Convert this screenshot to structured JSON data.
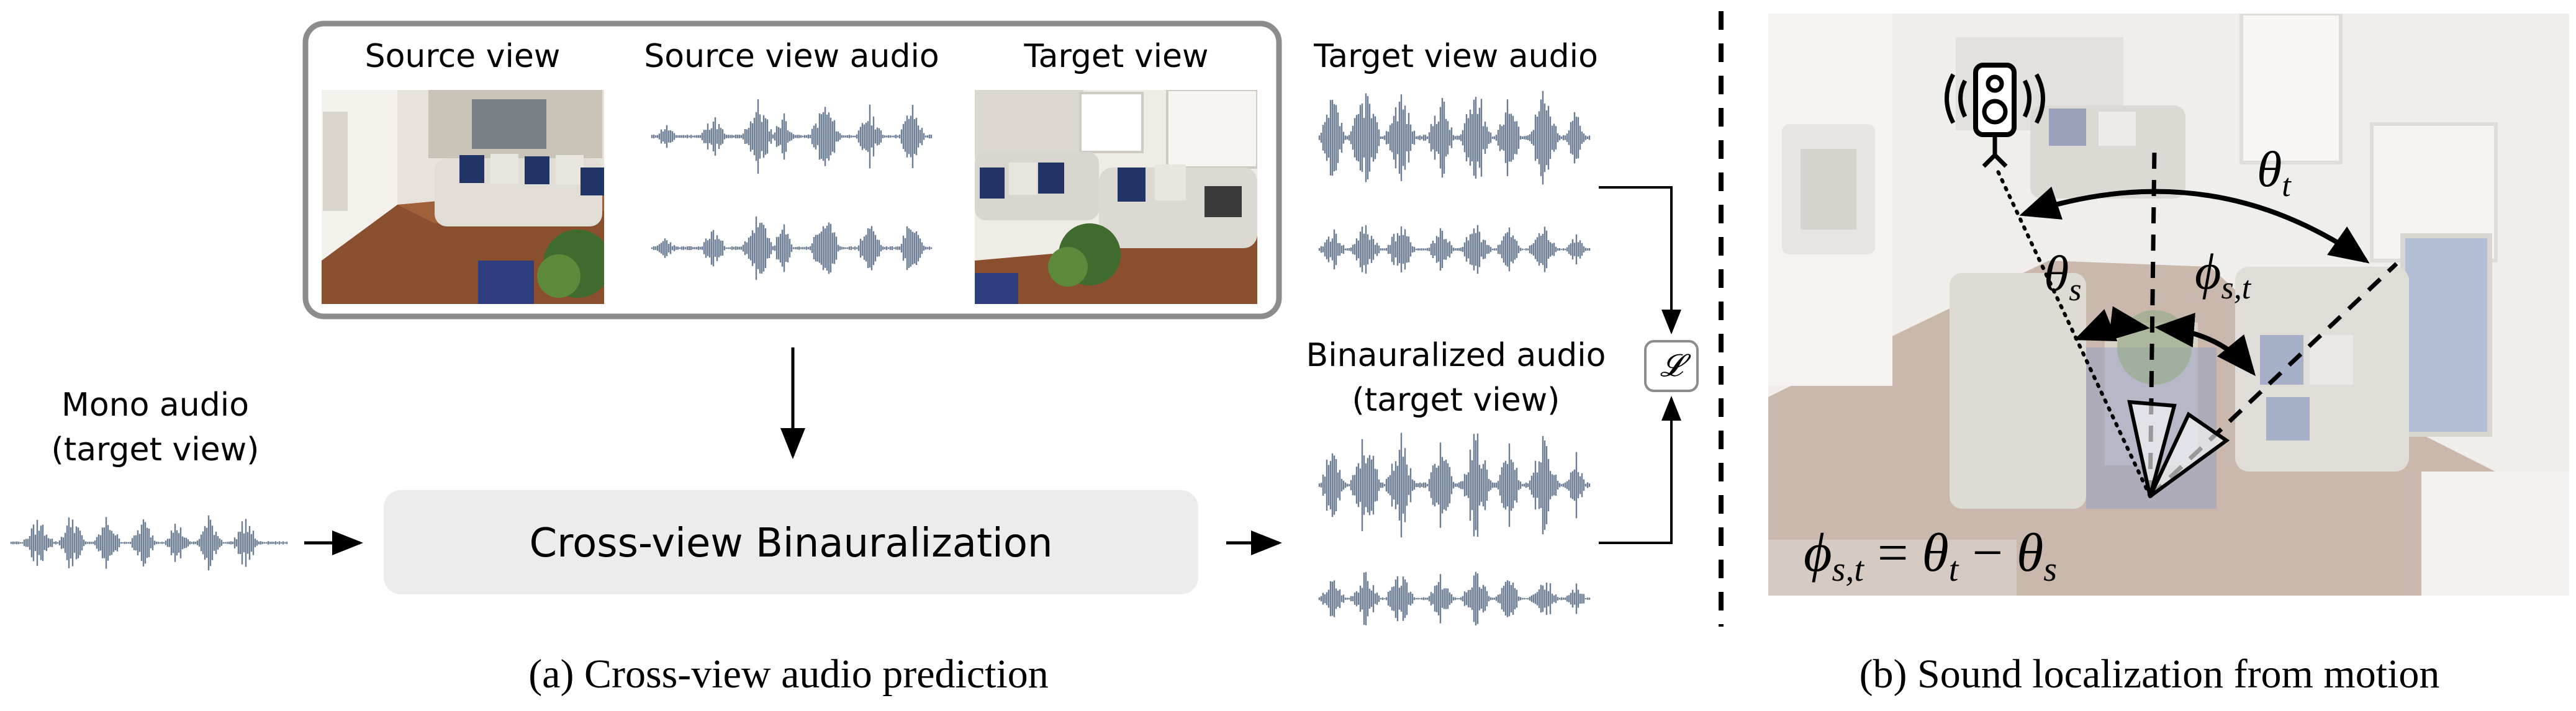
{
  "left_panel": {
    "labels": {
      "source_view": "Source view",
      "source_view_audio": "Source view audio",
      "target_view": "Target view",
      "target_view_audio": "Target view audio",
      "mono_line1": "Mono audio",
      "mono_line2": "(target view)",
      "binauralized_line1": "Binauralized audio",
      "binauralized_line2": "(target view)",
      "loss_symbol": "𝓛",
      "module": "Cross-view Binauralization"
    },
    "caption": "(a) Cross-view audio prediction"
  },
  "right_panel": {
    "labels": {
      "theta_t": "θ",
      "theta_t_sub": "t",
      "theta_s": "θ",
      "theta_s_sub": "s",
      "phi_st": "ϕ",
      "phi_st_sub": "s,t",
      "equation_lhs": "ϕ",
      "equation_lhs_sub": "s,t",
      "equation_eq": " = ",
      "equation_t": "θ",
      "equation_t_sub": "t",
      "equation_minus": " − ",
      "equation_s": "θ",
      "equation_s_sub": "s"
    },
    "caption": "(b) Sound localization from motion",
    "speaker_icon": "speaker-icon"
  },
  "colors": {
    "waveform": "#6b7d92",
    "box_border": "#8c8c8c",
    "module_fill": "#ececec",
    "room_wall": "#f2f0ee",
    "room_floor": "#a58a78",
    "sofa": "#d9d5cf",
    "pillow": "#2c3e73",
    "rug": "#3c4d86",
    "plant": "#3f6b2e"
  }
}
